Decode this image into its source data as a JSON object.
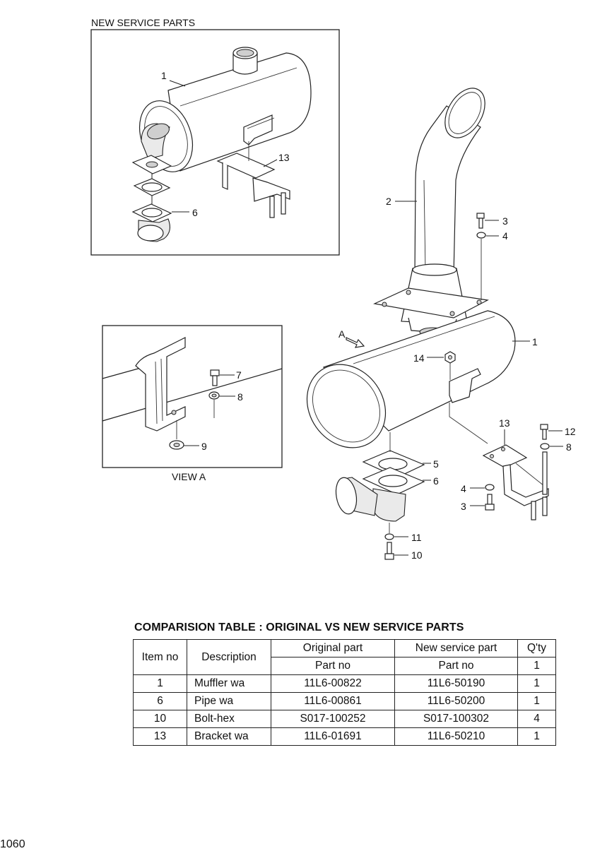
{
  "inset_new_parts": {
    "title": "NEW SERVICE PARTS"
  },
  "inset_view_a": {
    "caption": "VIEW A"
  },
  "view_marker": "A",
  "callouts": {
    "inset_1": "1",
    "inset_13": "13",
    "inset_6": "6",
    "main_2": "2",
    "main_3_top": "3",
    "main_4_top": "4",
    "main_1": "1",
    "main_14": "14",
    "main_13": "13",
    "main_12": "12",
    "main_8": "8",
    "main_5": "5",
    "main_6": "6",
    "main_4_bot": "4",
    "main_3_bot": "3",
    "main_11": "11",
    "main_10": "10",
    "view_7": "7",
    "view_8": "8",
    "view_9": "9"
  },
  "table": {
    "title": "COMPARISION TABLE : ORIGINAL VS NEW SERVICE PARTS",
    "headers": {
      "item_no": "Item no",
      "description": "Description",
      "original_part": "Original part",
      "new_service_part": "New service part",
      "qty": "Q'ty",
      "original_part_no": "Part no",
      "new_part_no": "Part no",
      "qty_sub": "1"
    },
    "rows": [
      {
        "item": "1",
        "description": "Muffler wa",
        "original": "11L6-00822",
        "new": "11L6-50190",
        "qty": "1"
      },
      {
        "item": "6",
        "description": "Pipe wa",
        "original": "11L6-00861",
        "new": "11L6-50200",
        "qty": "1"
      },
      {
        "item": "10",
        "description": "Bolt-hex",
        "original": "S017-100252",
        "new": "S017-100302",
        "qty": "4"
      },
      {
        "item": "13",
        "description": "Bracket wa",
        "original": "11L6-01691",
        "new": "11L6-50210",
        "qty": "1"
      }
    ]
  },
  "page_number": "1060"
}
